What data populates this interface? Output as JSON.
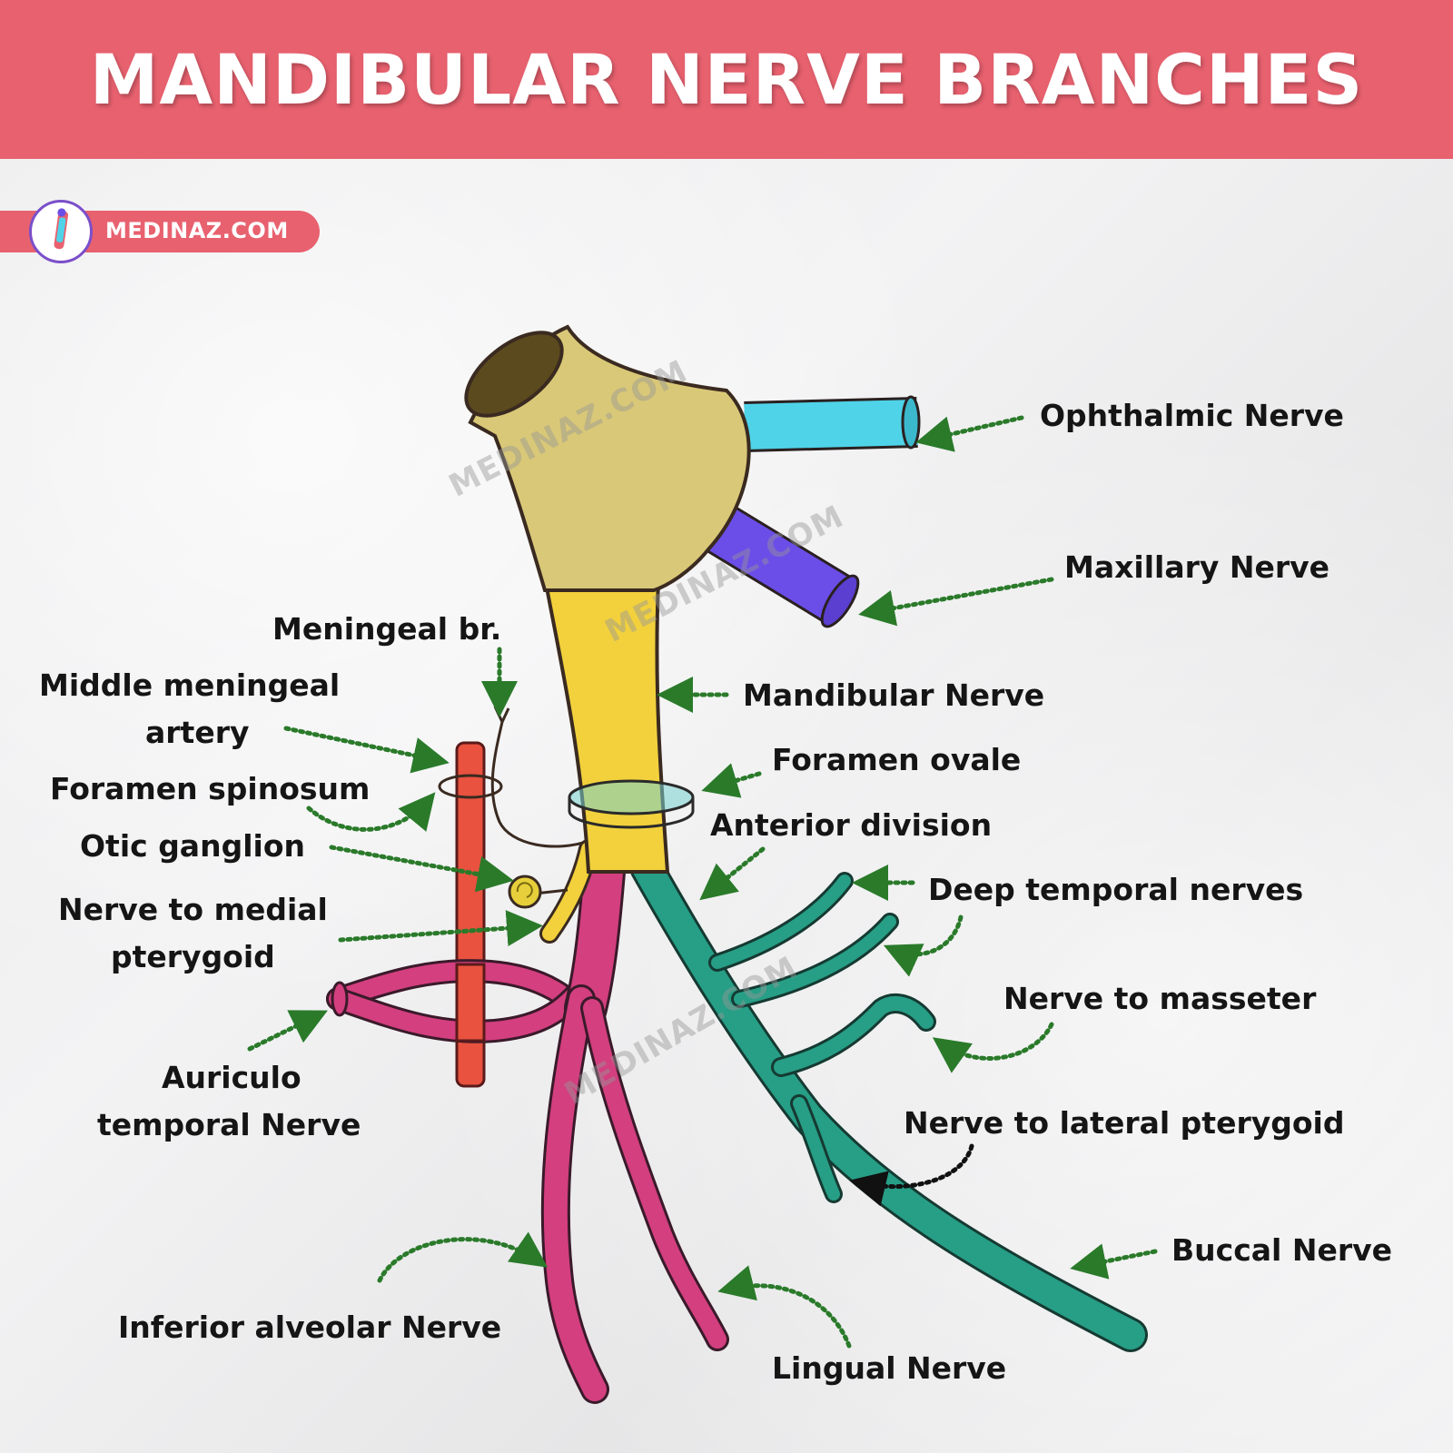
{
  "header": {
    "title": "MANDIBULAR NERVE BRANCHES"
  },
  "brand": {
    "name": "MEDINAZ.COM",
    "watermark": "MEDINAZ.COM"
  },
  "labels": {
    "ophthalmic": "Ophthalmic Nerve",
    "maxillary": "Maxillary Nerve",
    "meningeal": "Meningeal br.",
    "middle_meningeal_1": "Middle meningeal",
    "middle_meningeal_2": "artery",
    "mandibular": "Mandibular Nerve",
    "foramen_ovale": "Foramen ovale",
    "foramen_spinosum": "Foramen spinosum",
    "anterior_division": "Anterior division",
    "otic_ganglion": "Otic ganglion",
    "deep_temporal": "Deep temporal nerves",
    "medial_pterygoid_1": "Nerve to medial",
    "medial_pterygoid_2": "pterygoid",
    "masseter": "Nerve to masseter",
    "auriculo_1": "Auriculo",
    "auriculo_2": "temporal Nerve",
    "lateral_pterygoid": "Nerve to lateral pterygoid",
    "buccal": "Buccal Nerve",
    "inferior_alveolar": "Inferior alveolar Nerve",
    "lingual": "Lingual Nerve"
  },
  "colors": {
    "banner": "#e8616f",
    "ganglion": "#d9c877",
    "ophthalmic": "#4fd3e8",
    "maxillary": "#6b4ee8",
    "mandibular": "#f2d13c",
    "posterior_division": "#d33f7f",
    "anterior_division": "#279e86",
    "artery": "#e8523f",
    "arrow": "#2a7a2a"
  }
}
